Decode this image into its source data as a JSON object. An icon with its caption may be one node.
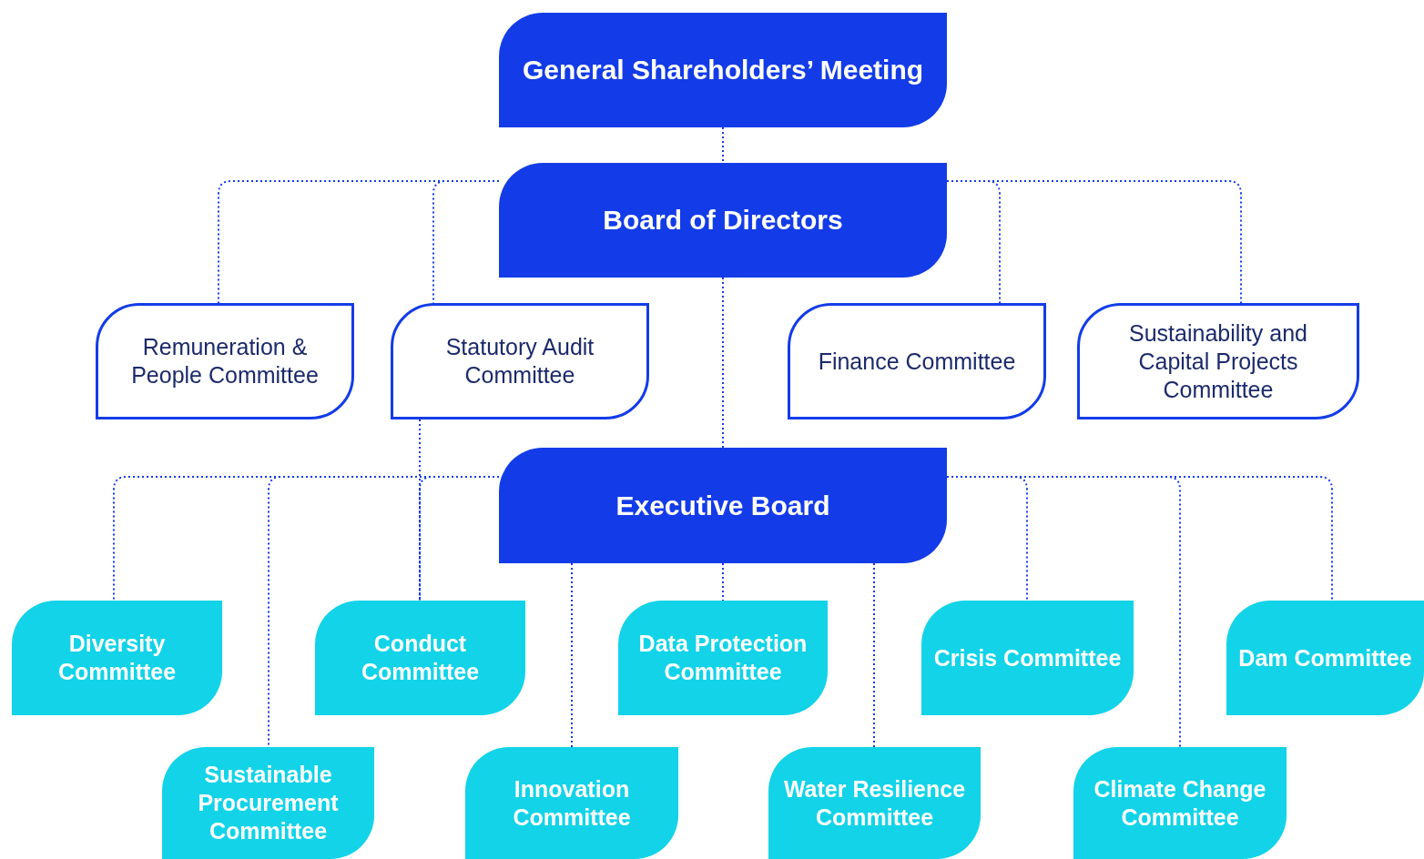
{
  "diagram": {
    "nodes": [
      {
        "text": [
          "General Shareholders’ Meeting"
        ]
      },
      {
        "text": [
          "Board of Directors"
        ]
      },
      {
        "text": [
          "Remuneration & People Committee"
        ]
      },
      {
        "text": [
          "Statutory Audit Committee"
        ]
      },
      {
        "text": [
          "Finance Committee"
        ]
      },
      {
        "text": [
          "Sustainability and Capital Projects Committee"
        ]
      },
      {
        "text": [
          "Executive Board"
        ]
      },
      {
        "text": [
          "Diversity Committee"
        ]
      },
      {
        "text": [
          "Sustainable Procurement Committee"
        ]
      },
      {
        "text": [
          "Conduct Committee"
        ]
      },
      {
        "text": [
          "Innovation Committee"
        ]
      },
      {
        "text": [
          "Data Protection Committee"
        ]
      },
      {
        "text": [
          "Water Resilience Committee"
        ]
      },
      {
        "text": [
          "Crisis Committee"
        ]
      },
      {
        "text": [
          "Climate Change Committee"
        ]
      },
      {
        "text": [
          "Dam Committee"
        ]
      }
    ],
    "edges": [
      {
        "from": 0,
        "to": 1,
        "arrow": "none"
      },
      {
        "from": 1,
        "to": 2,
        "arrow": "none"
      },
      {
        "from": 1,
        "to": 3,
        "arrow": "none"
      },
      {
        "from": 1,
        "to": 4,
        "arrow": "none"
      },
      {
        "from": 1,
        "to": 5,
        "arrow": "none"
      },
      {
        "from": 1,
        "to": 6,
        "arrow": "none"
      },
      {
        "from": 6,
        "to": 7,
        "arrow": "none"
      },
      {
        "from": 6,
        "to": 8,
        "arrow": "none"
      },
      {
        "from": 6,
        "to": 9,
        "arrow": "none"
      },
      {
        "from": 3,
        "to": 9,
        "arrow": "none"
      },
      {
        "from": 6,
        "to": 10,
        "arrow": "none"
      },
      {
        "from": 6,
        "to": 11,
        "arrow": "none"
      },
      {
        "from": 6,
        "to": 12,
        "arrow": "none"
      },
      {
        "from": 6,
        "to": 13,
        "arrow": "none"
      },
      {
        "from": 6,
        "to": 14,
        "arrow": "none"
      },
      {
        "from": 6,
        "to": 15,
        "arrow": "none"
      }
    ]
  }
}
